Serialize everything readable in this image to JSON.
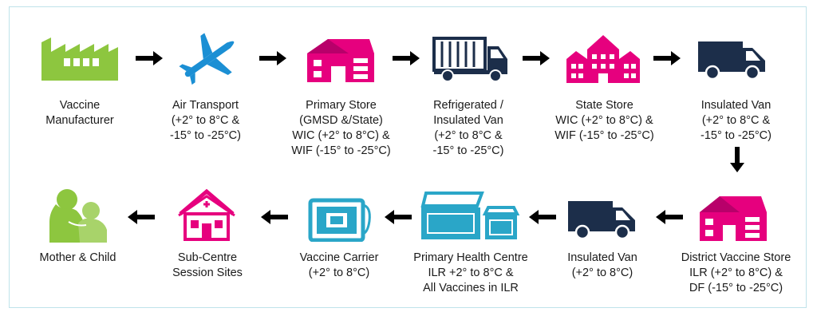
{
  "colors": {
    "green": "#8dc63f",
    "blue": "#1b8fd4",
    "magenta": "#e6007e",
    "navy": "#1c2e4a",
    "teal": "#2aa6c8",
    "arrow": "#000000"
  },
  "top_row": [
    {
      "icon": "factory-icon",
      "lines": [
        "Vaccine",
        "Manufacturer"
      ]
    },
    {
      "icon": "airplane-icon",
      "lines": [
        "Air Transport",
        "(+2° to 8°C &",
        "-15° to -25°C)"
      ]
    },
    {
      "icon": "store-building-icon",
      "lines": [
        "Primary Store",
        "(GMSD &/State)",
        "WIC (+2° to 8°C) &",
        "WIF (-15° to -25°C)"
      ]
    },
    {
      "icon": "refrigerated-truck-icon",
      "lines": [
        "Refrigerated /",
        "Insulated Van",
        "(+2° to 8°C &",
        "-15° to -25°C)"
      ]
    },
    {
      "icon": "state-store-building-icon",
      "lines": [
        "State Store",
        "WIC (+2° to 8°C) &",
        "WIF (-15° to -25°C)"
      ]
    },
    {
      "icon": "insulated-van-icon",
      "lines": [
        "Insulated Van",
        "(+2° to 8°C  &",
        "-15° to -25°C)"
      ]
    }
  ],
  "bottom_row": [
    {
      "icon": "mother-child-icon",
      "lines": [
        "Mother & Child"
      ]
    },
    {
      "icon": "health-house-icon",
      "lines": [
        "Sub-Centre",
        "Session Sites"
      ]
    },
    {
      "icon": "vaccine-carrier-icon",
      "lines": [
        "Vaccine Carrier",
        "(+2° to 8°C)"
      ]
    },
    {
      "icon": "ilr-freezer-icon",
      "lines": [
        "Primary Health Centre",
        "ILR +2° to 8°C &",
        "All Vaccines in ILR"
      ]
    },
    {
      "icon": "insulated-van-icon",
      "lines": [
        "Insulated Van",
        "(+2° to 8°C)"
      ]
    },
    {
      "icon": "district-store-building-icon",
      "lines": [
        "District Vaccine Store",
        "ILR (+2° to 8°C) &",
        "DF (-15° to -25°C)"
      ]
    }
  ]
}
